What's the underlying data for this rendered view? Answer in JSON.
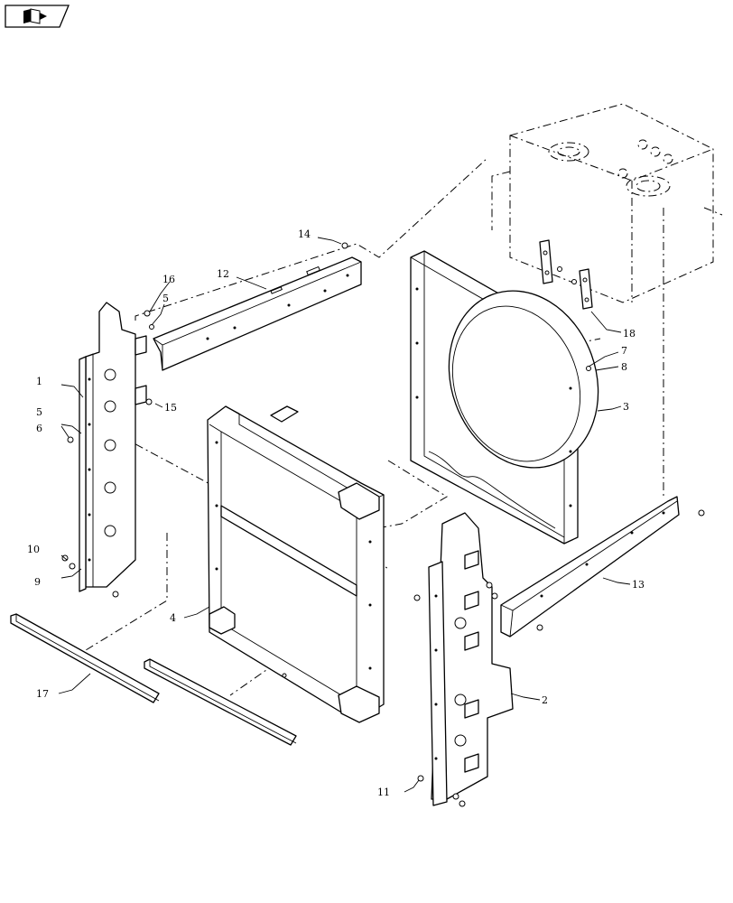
{
  "nav_icon": "book-icon",
  "callouts": [
    {
      "id": "c1",
      "label": "1"
    },
    {
      "id": "c2",
      "label": "2"
    },
    {
      "id": "c3",
      "label": "3"
    },
    {
      "id": "c4",
      "label": "4"
    },
    {
      "id": "c5a",
      "label": "5"
    },
    {
      "id": "c5b",
      "label": "5"
    },
    {
      "id": "c6",
      "label": "6"
    },
    {
      "id": "c7",
      "label": "7"
    },
    {
      "id": "c8",
      "label": "8"
    },
    {
      "id": "c9",
      "label": "9"
    },
    {
      "id": "c10",
      "label": "10"
    },
    {
      "id": "c11",
      "label": "11"
    },
    {
      "id": "c12",
      "label": "12"
    },
    {
      "id": "c13",
      "label": "13"
    },
    {
      "id": "c14",
      "label": "14"
    },
    {
      "id": "c15",
      "label": "15"
    },
    {
      "id": "c16",
      "label": "16"
    },
    {
      "id": "c17",
      "label": "17"
    },
    {
      "id": "c18",
      "label": "18"
    }
  ]
}
